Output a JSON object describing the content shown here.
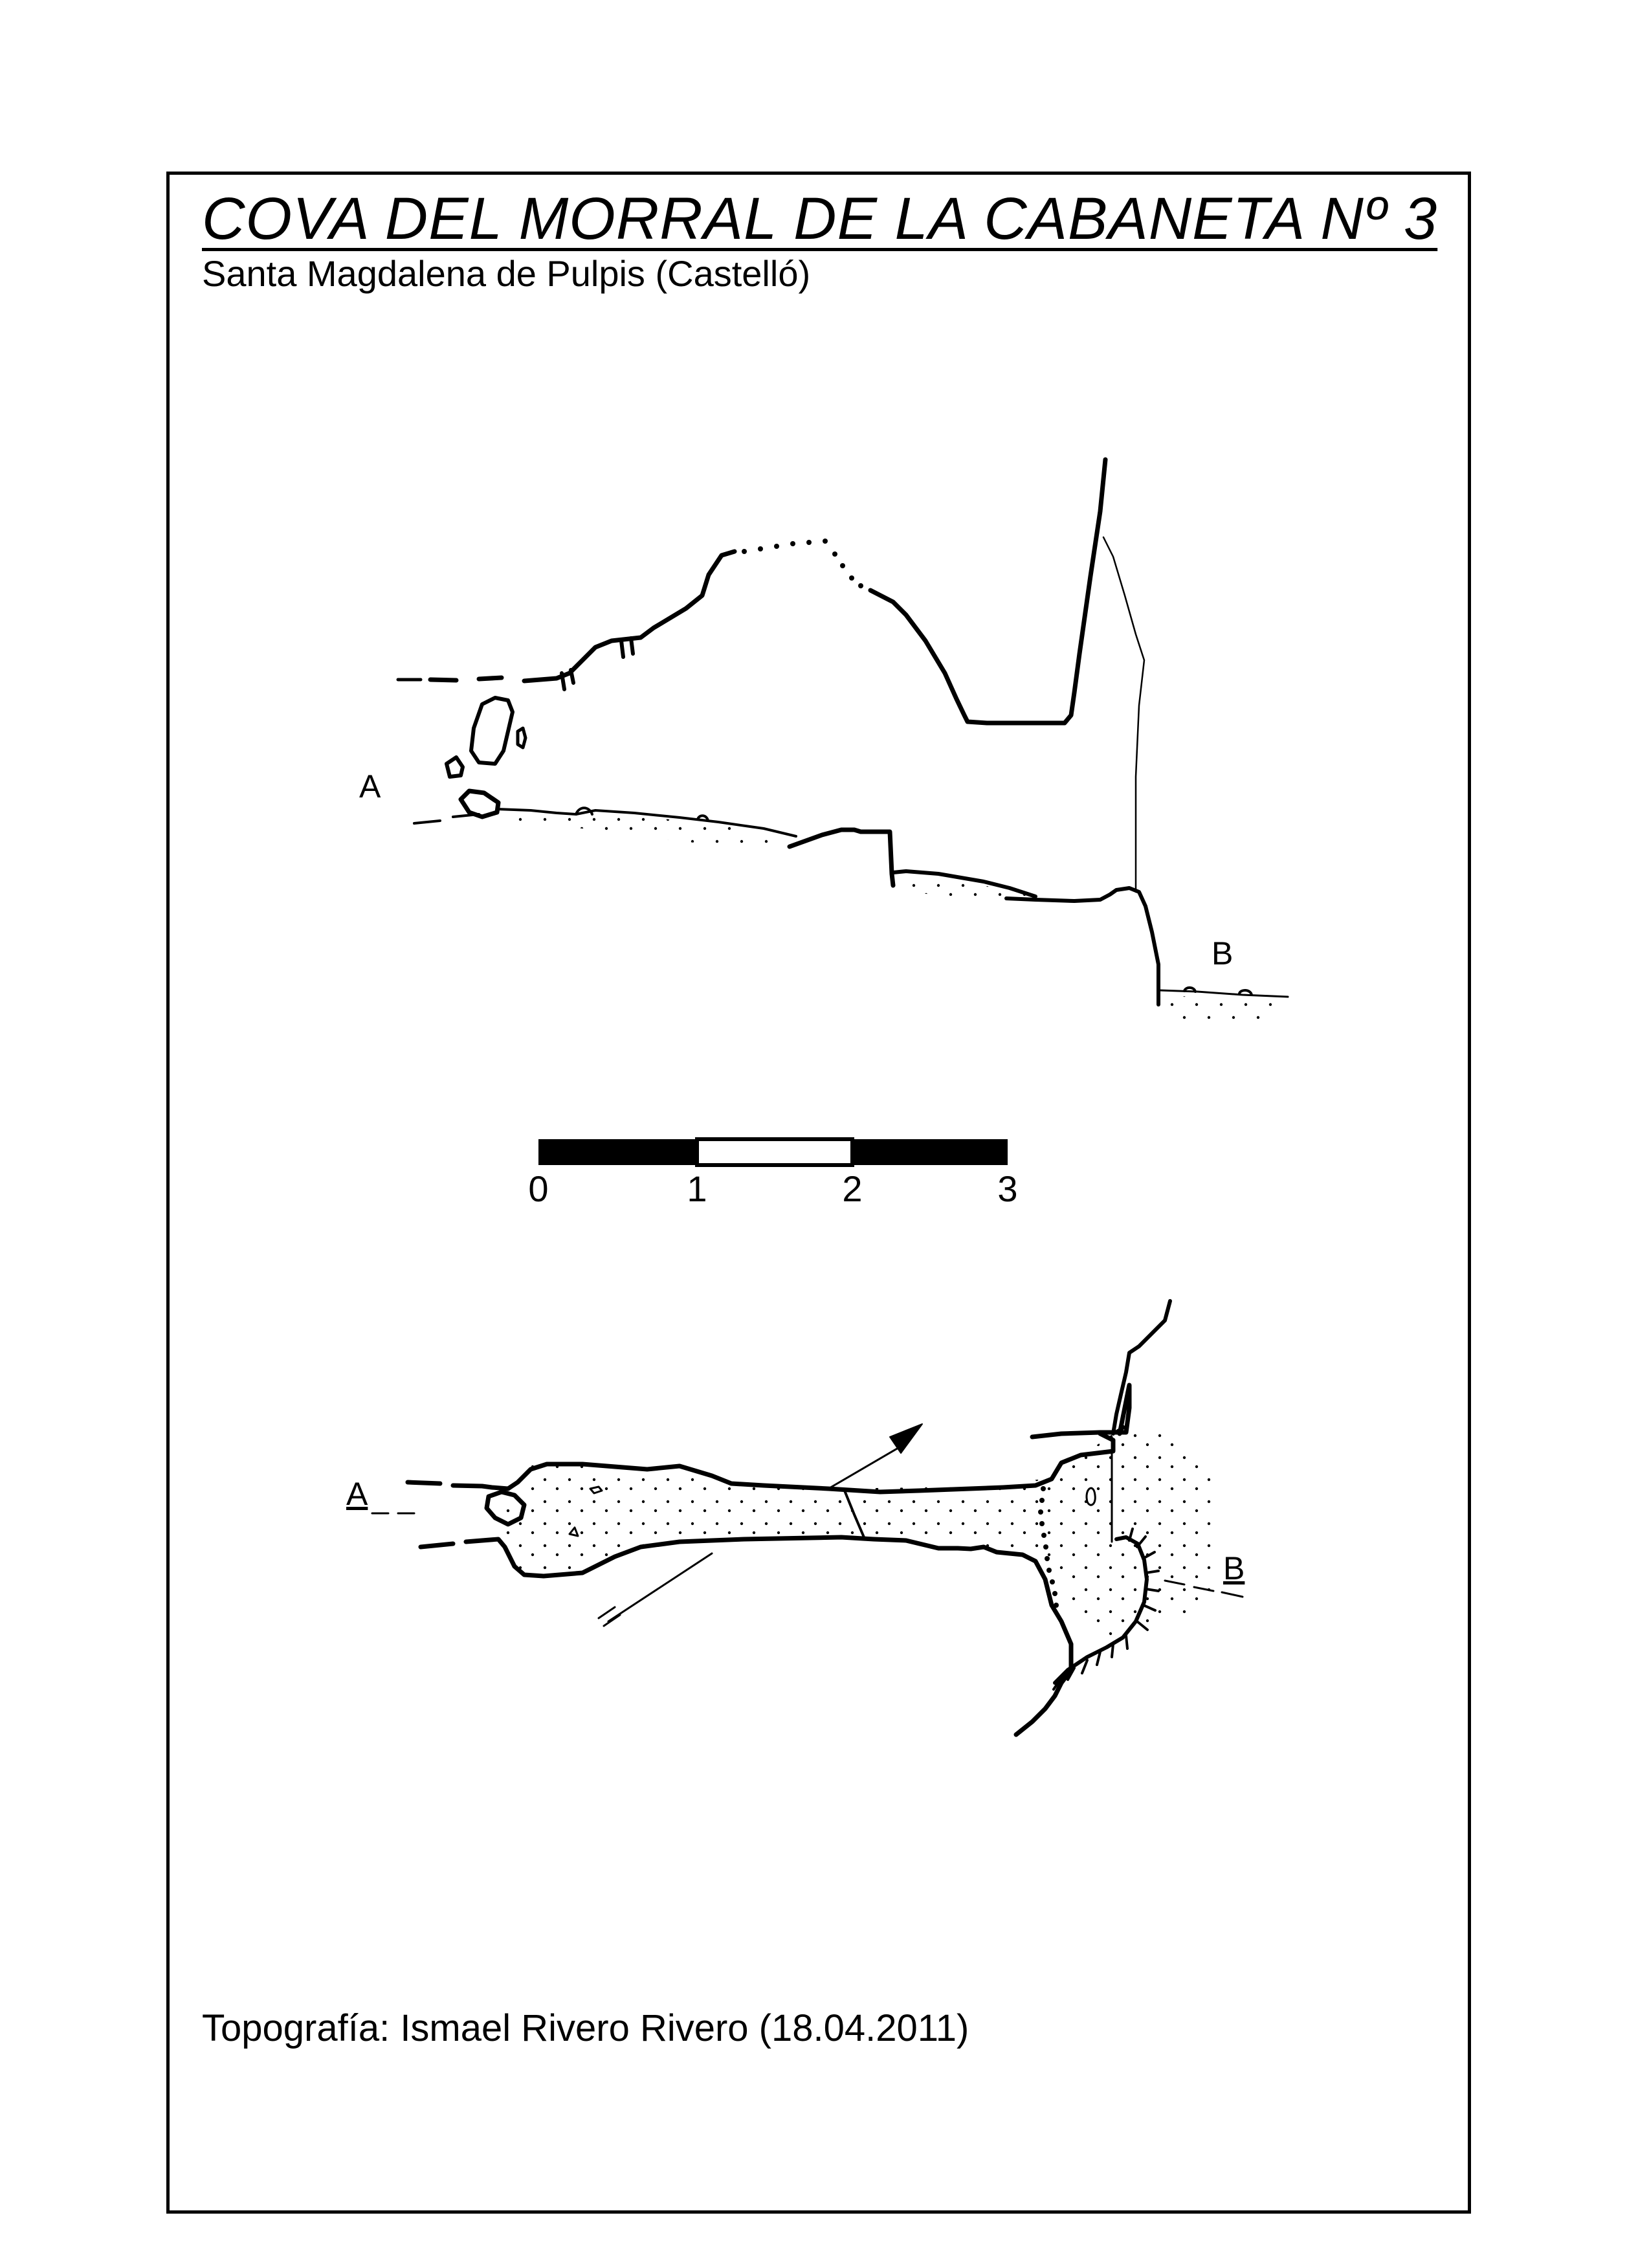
{
  "title": "COVA DEL MORRAL DE LA CABANETA Nº 3",
  "subtitle": "Santa Magdalena de Pulpis (Castelló)",
  "credit": "Topografía: Ismael Rivero Rivero (18.04.2011)",
  "section": {
    "label_a": "A",
    "label_b": "B"
  },
  "scale_bar": {
    "ticks": [
      "0",
      "1",
      "2",
      "3"
    ]
  },
  "plan": {
    "label_a": "A",
    "label_b": "B"
  }
}
